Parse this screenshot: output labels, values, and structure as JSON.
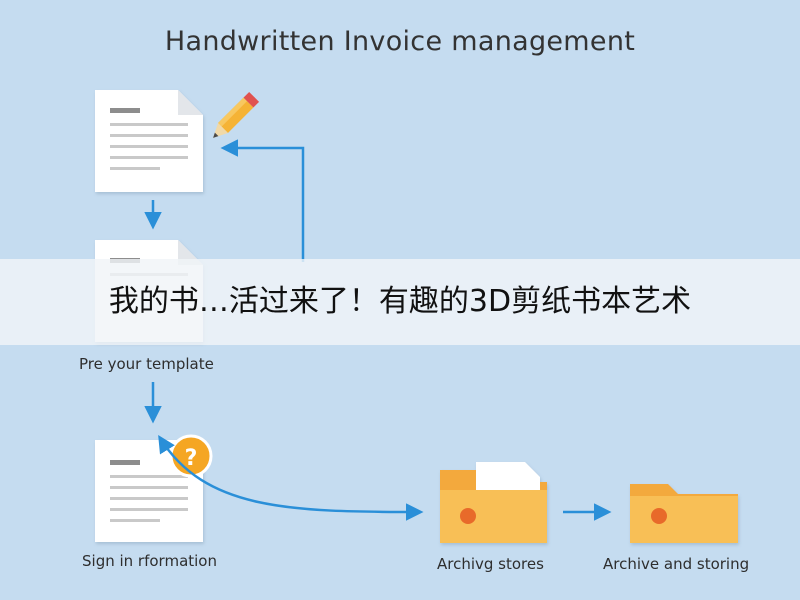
{
  "title": "Handwritten Invoice management",
  "steps": {
    "template_label": "Pre your template",
    "sign_label": "Sign in rformation",
    "archive_stores_label": "Archivg stores",
    "archive_storing_label": "Archive and storing"
  },
  "banner": {
    "text": "我的书…活过来了！有趣的3D剪纸书本艺术"
  },
  "icons": {
    "badge_symbol": "?",
    "pencil": "pencil-icon",
    "question": "question-mark-icon",
    "document": "document-icon",
    "folder": "folder-icon"
  },
  "colors": {
    "background": "#c5dcf0",
    "arrow": "#2a8fd8",
    "folder": "#f6b84c",
    "badge": "#f5a623",
    "banner": "#f0f4f8"
  }
}
